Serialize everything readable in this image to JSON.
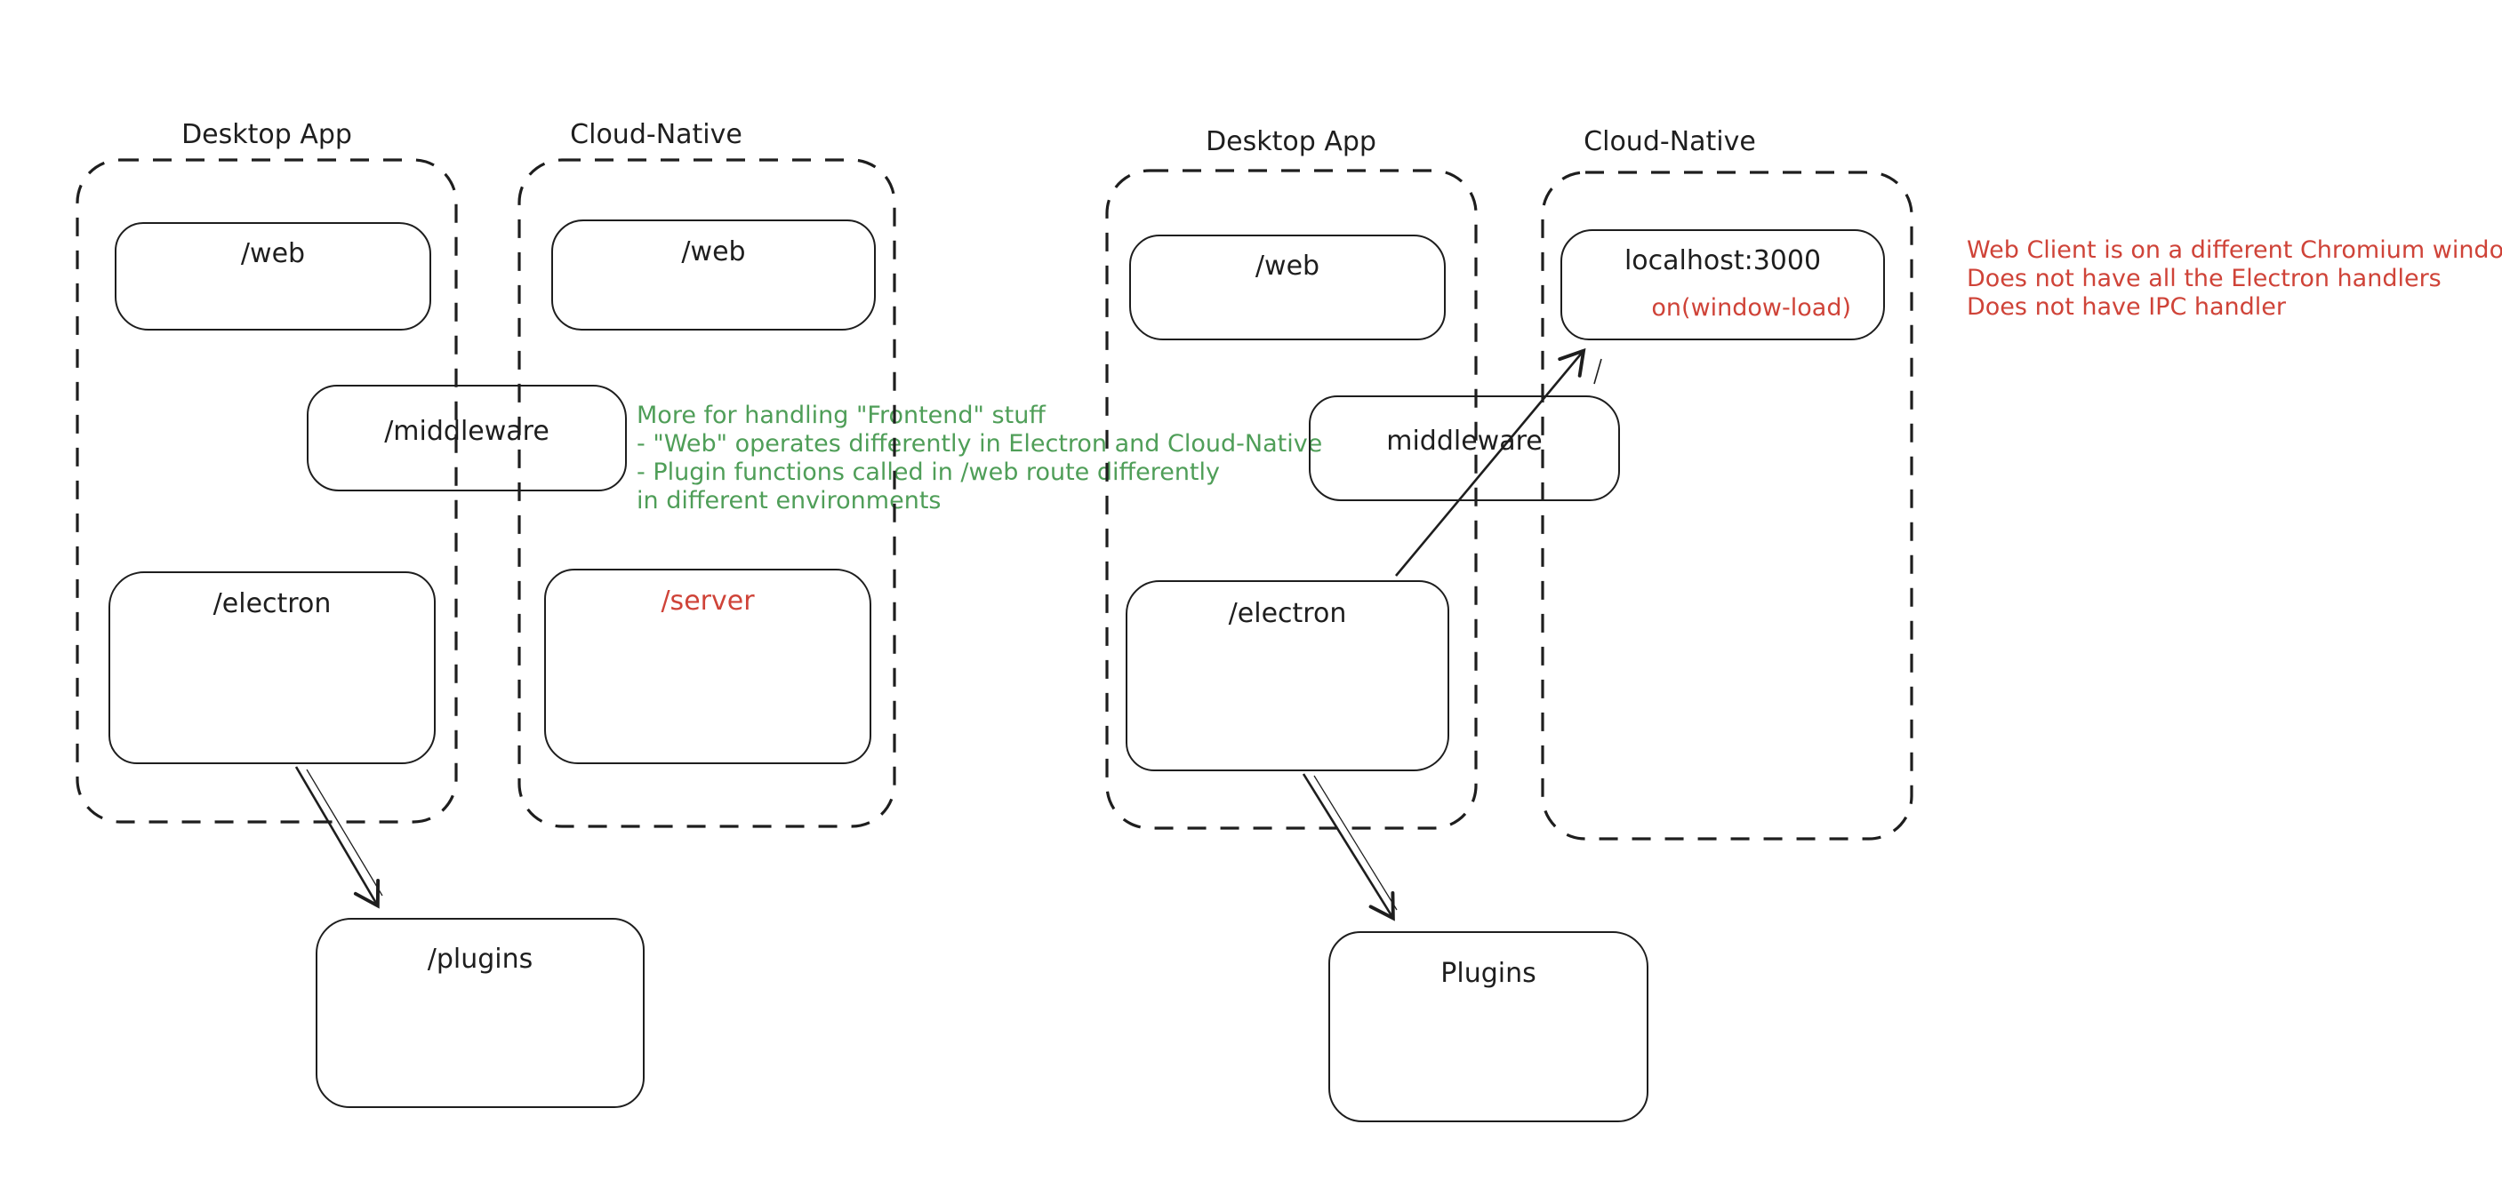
{
  "colors": {
    "ink": "#1e1e1e",
    "red": "#cf4338",
    "green": "#4f9e58",
    "background": "#ffffff"
  },
  "left_group": {
    "desktop_container_label": "Desktop App",
    "cloud_container_label": "Cloud-Native",
    "desktop_web_box": "/web",
    "cloud_web_box": "/web",
    "middleware_box": "/middleware",
    "electron_box": "/electron",
    "server_box": "/server",
    "plugins_box": "/plugins",
    "note": {
      "line1": "More for handling \"Frontend\" stuff",
      "line2": "- \"Web\" operates differently in Electron and Cloud-Native",
      "line3": "- Plugin functions called in /web route differently",
      "line4": "in different environments"
    }
  },
  "right_group": {
    "desktop_container_label": "Desktop App",
    "cloud_container_label": "Cloud-Native",
    "desktop_web_box": "/web",
    "localhost_box": "localhost:3000",
    "localhost_box_handler": "on(window-load)",
    "middleware_box": "middleware",
    "electron_box": "/electron",
    "plugins_box": "Plugins",
    "note": {
      "line1": "Web Client is on a different Chromium window",
      "line2": "Does not have all the Electron handlers",
      "line3": "Does not have IPC handler"
    }
  }
}
